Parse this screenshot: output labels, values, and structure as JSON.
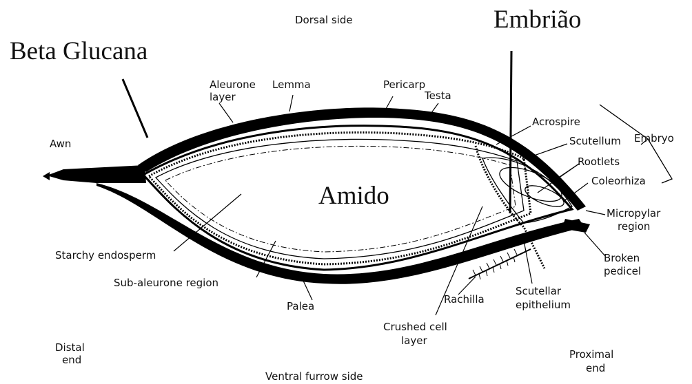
{
  "top_labels": {
    "dorsal": "Dorsal side",
    "ventral": "Ventral furrow side"
  },
  "overlay_labels": {
    "beta_glucana": "Beta Glucana",
    "embriao": "Embrião",
    "amido": "Amido"
  },
  "labels": {
    "awn": "Awn",
    "aleurone_layer": [
      "Aleurone",
      "layer"
    ],
    "lemma": "Lemma",
    "pericarp": "Pericarp",
    "testa": "Testa",
    "acrospire": "Acrospire",
    "scutellum": "Scutellum",
    "embryo": "Embryo",
    "rootlets": "Rootlets",
    "coleorhiza": "Coleorhiza",
    "micropylar": [
      "Micropylar",
      "region"
    ],
    "starchy_endosperm": "Starchy endosperm",
    "sub_aleurone": "Sub-aleurone region",
    "palea": "Palea",
    "rachilla": "Rachilla",
    "scutellar_epithelium": [
      "Scutellar",
      "epithelium"
    ],
    "broken_pedicel": [
      "Broken",
      "pedicel"
    ],
    "crushed_cell": [
      "Crushed cell",
      "layer"
    ],
    "distal": [
      "Distal",
      "end"
    ],
    "proximal": [
      "Proximal",
      "end"
    ]
  }
}
